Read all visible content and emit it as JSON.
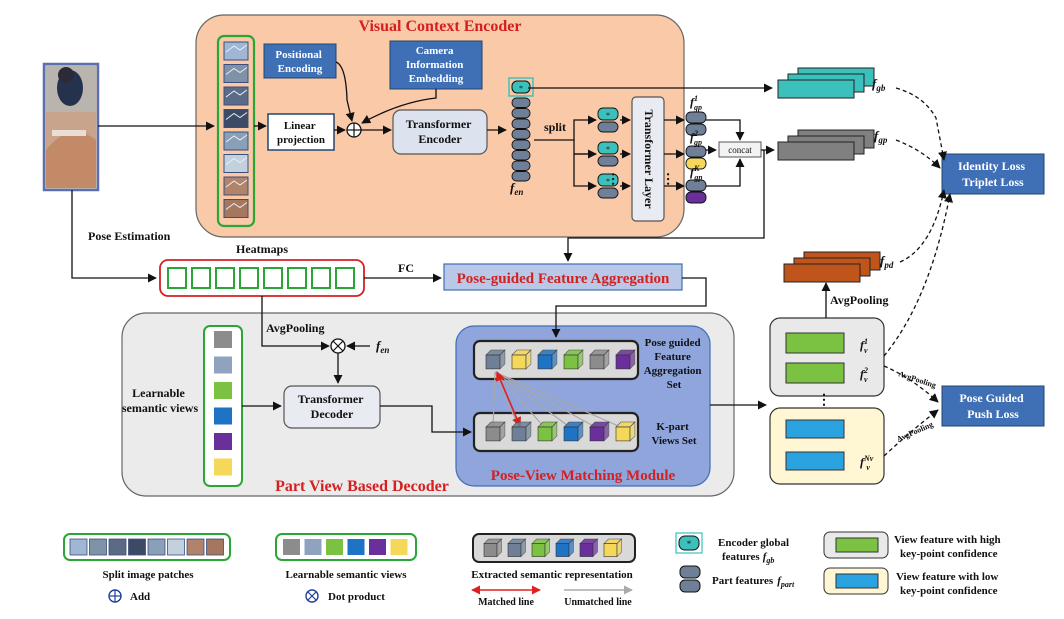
{
  "titles": {
    "encoder": "Visual Context Encoder",
    "decoder": "Part View Based Decoder",
    "matching": "Pose-View Matching Module",
    "aggregation": "Pose-guided Feature Aggregation"
  },
  "boxes": {
    "positional_encoding": [
      "Positional",
      "Encoding"
    ],
    "camera_embedding": [
      "Camera",
      "Information",
      "Embedding"
    ],
    "linear_projection": [
      "Linear",
      "projection"
    ],
    "transformer_encoder": [
      "Transformer",
      "Encoder"
    ],
    "transformer_layer": "Transformer Layer",
    "concat": "concat",
    "transformer_decoder": [
      "Transformer",
      "Decoder"
    ],
    "identity_loss": [
      "Identity Loss",
      "Triplet Loss"
    ],
    "push_loss": [
      "Pose Guided",
      "Push Loss"
    ]
  },
  "labels": {
    "split": "split",
    "pose_estimation": "Pose Estimation",
    "heatmaps": "Heatmaps",
    "fc": "FC",
    "avgpooling": "AvgPooling",
    "learnable_views": [
      "Learnable",
      "semantic views"
    ],
    "pose_guided_set": [
      "Pose guided",
      "Feature",
      "Aggregation",
      "Set"
    ],
    "kpart_set": [
      "K-part",
      "Views Set"
    ],
    "ellipsis": "…"
  },
  "symbols": {
    "f_en": {
      "base": "f",
      "sub": "en"
    },
    "f_gb": {
      "base": "f",
      "sub": "gb"
    },
    "f_gp": {
      "base": "f",
      "sub": "gp"
    },
    "f_pd": {
      "base": "f",
      "sub": "pd"
    },
    "f_gp1": {
      "base": "f",
      "sub": "gp",
      "sup": "1"
    },
    "f_gp2": {
      "base": "f",
      "sub": "gp",
      "sup": "2"
    },
    "f_gpK": {
      "base": "f",
      "sub": "gp",
      "sup": "K"
    },
    "f_v1": {
      "base": "f",
      "sub": "v",
      "sup": "1"
    },
    "f_v2": {
      "base": "f",
      "sub": "v",
      "sup": "2"
    },
    "f_vN": {
      "base": "f",
      "sub": "v",
      "sup": "Nv"
    }
  },
  "legend": {
    "patches": "Split image patches",
    "add": "Add",
    "views": "Learnable semantic views",
    "dot": "Dot product",
    "extracted": "Extracted semantic representation",
    "matched": "Matched line",
    "unmatched": "Unmatched line",
    "encoder_global": "Encoder global",
    "features": "features",
    "part_features": "Part features",
    "high_conf": [
      "View feature with high",
      "key-point confidence"
    ],
    "low_conf": [
      "View feature with low",
      "key-point confidence"
    ]
  },
  "colors": {
    "encoder_bg": "#f9c9a8",
    "decoder_bg": "#ebebeb",
    "matching_bg": "#8fa5db",
    "box_blue": "#3f6fb5",
    "aggregation_bg": "#b8c8e6",
    "teal": "#3cc0bb",
    "gray_stack": "#808080",
    "pd_stack": "#c0551c",
    "slate_token": "#6f7f97",
    "views": [
      "#8c8c8c",
      "#8fa3bf",
      "#7cc242",
      "#1f73c4",
      "#6a2f9a",
      "#f5d75a"
    ],
    "high_conf_bg": "#e9e9e9",
    "low_conf_bg": "#fff6d3"
  }
}
